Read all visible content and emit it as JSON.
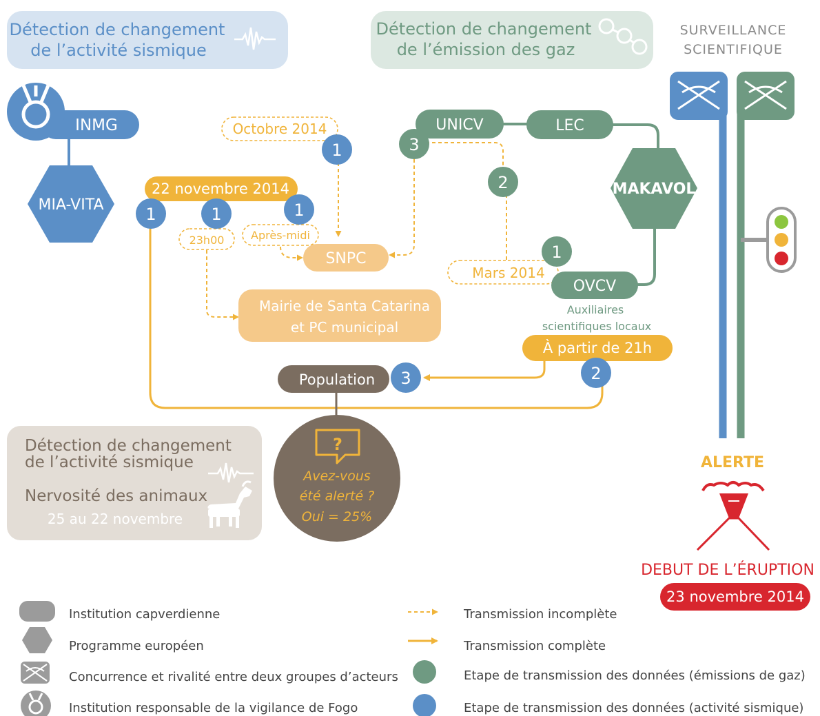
{
  "header": {
    "seismic_line1": "Détection de changement",
    "seismic_line2": "de l’activité sismique",
    "gas_line1": "Détection de changement",
    "gas_line2": "de l’émission des gaz",
    "surveillance_line1": "SURVEILLANCE",
    "surveillance_line2": "SCIENTIFIQUE"
  },
  "nodes": {
    "inmg": "INMG",
    "miavita": "MIA-VITA",
    "unicv": "UNICV",
    "lec": "LEC",
    "makavol": "MAKAVOL",
    "ovcv": "OVCV",
    "snpc": "SNPC",
    "mairie_line1": "Mairie de Santa Catarina",
    "mairie_line2": "et PC municipal",
    "population": "Population",
    "auxiliaires_line1": "Auxiliaires",
    "auxiliaires_line2": "scientifiques  locaux"
  },
  "labels": {
    "octobre": "Octobre 2014",
    "nov22": "22 novembre 2014",
    "h23": "23h00",
    "apres_midi": "Après-midi",
    "mars": "Mars 2014",
    "partir21": "À partir de 21h"
  },
  "steps": {
    "s_oct": "1",
    "s_nov_a": "1",
    "s_nov_b": "1",
    "s_nov_c": "1",
    "s_unicv": "3",
    "s_two": "2",
    "s_ovcv": "1",
    "s_pop": "3",
    "s_21h": "2"
  },
  "local_box": {
    "line1": "Détection de changement",
    "line2": "de l’activité sismique",
    "animals": "Nervosité des animaux",
    "dates": "25 au 22 novembre"
  },
  "survey": {
    "line1": "Avez-vous",
    "line2": "été alerté ?",
    "line3": "Oui = 25%"
  },
  "eruption": {
    "alerte": "ALERTE",
    "debut": "DEBUT DE L’ÉRUPTION",
    "date": "23 novembre 2014"
  },
  "legend": {
    "institution": "Institution capverdienne",
    "programme": "Programme européen",
    "concurrence": "Concurrence et rivalité entre deux groupes d’acteurs",
    "vigilance": "Institution responsable de la vigilance de Fogo",
    "incomplete": "Transmission  incomplète",
    "complete": "Transmission complète",
    "gas_step": "Etape de transmission des données (émissions de gaz)",
    "seismic_step": "Etape de transmission des données (activité sismique)"
  },
  "colors": {
    "blue": "#5b8fc7",
    "blue_light": "#d6e3f1",
    "green": "#6f9a82",
    "green_light": "#dce8e1",
    "orange": "#f0b43a",
    "orange_light": "#f5c98a",
    "brown": "#7b6d60",
    "beige": "#e3ddd6",
    "red": "#d8262e",
    "grey": "#9b9b9b"
  },
  "icons": {
    "seismic": "seismogram-icon",
    "gas": "molecule-icon",
    "medal": "medal-icon",
    "handshake": "handshake-rivalry-icon",
    "traffic_light": "traffic-light-icon",
    "goat": "goat-icon",
    "question": "question-bubble-icon",
    "volcano": "volcano-icon"
  }
}
